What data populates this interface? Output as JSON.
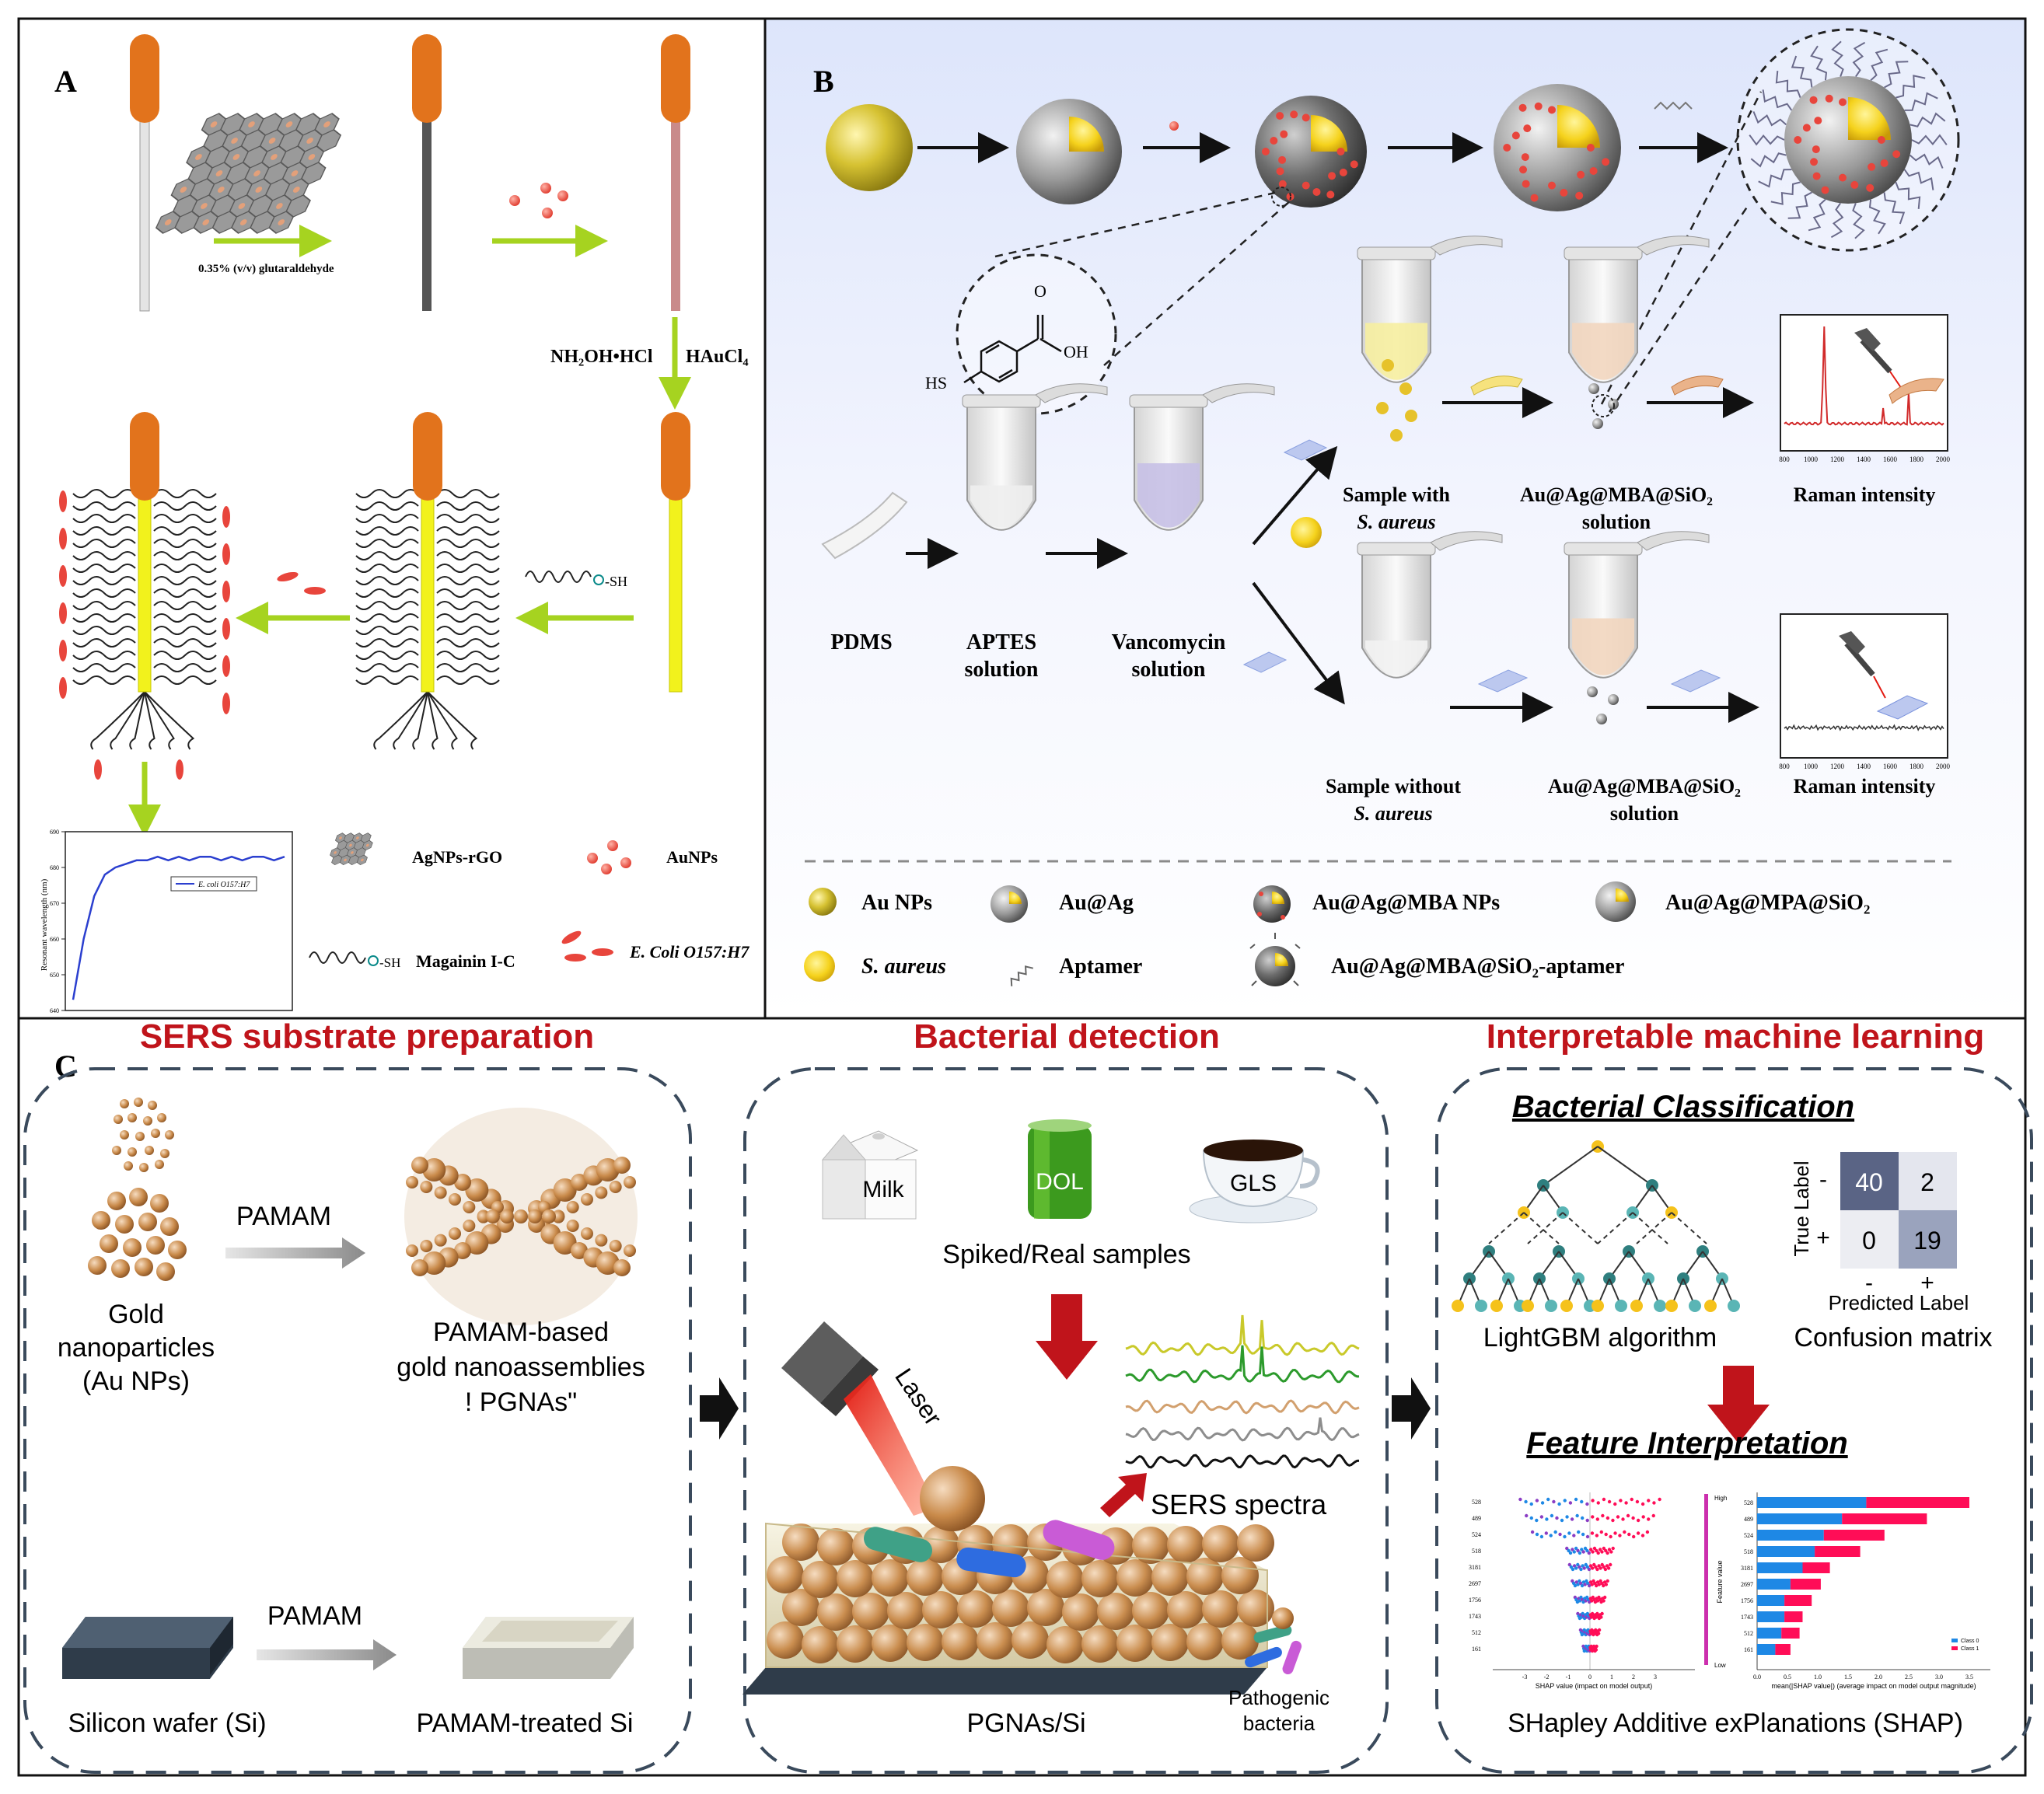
{
  "panelA": {
    "label": "A",
    "glutaraldehyde": "0.35% (v/v) glutaraldehyde",
    "reagent1": "NH₂OH•HCl",
    "reagent2": "HAuCl₄",
    "sh_label": "-SH",
    "chart_ylabel": "Resonant wavelength (nm)",
    "chart_legend": "E. coli O157:H7",
    "chart_yticks": [
      "690",
      "680",
      "670",
      "660",
      "650",
      "640"
    ],
    "legend": {
      "agnps": "AgNPs-rGO",
      "aunps": "AuNPs",
      "sh": "-SH",
      "magainin": "Magainin I-C",
      "ecoli": "E. Coli O157:H7"
    },
    "colors": {
      "orange": "#e2731c",
      "arrow": "#a6d320",
      "red": "#e8453c",
      "yellow": "#f2f21c"
    }
  },
  "chart_data": {
    "type": "line",
    "title": "",
    "ylabel": "Resonant wavelength (nm)",
    "ylim": [
      640,
      690
    ],
    "series": [
      {
        "name": "E. coli O157:H7",
        "x": [
          0,
          1,
          2,
          3,
          4,
          5,
          6,
          7,
          8,
          9,
          10,
          11,
          12,
          13,
          14,
          15,
          16,
          17,
          18,
          19,
          20
        ],
        "values": [
          643,
          660,
          672,
          678,
          680,
          681,
          682,
          682,
          683,
          682,
          683,
          682,
          683,
          683,
          682,
          683,
          682,
          683,
          683,
          682,
          683
        ]
      }
    ]
  },
  "panelB": {
    "label": "B",
    "mba_hs": "HS",
    "mba_oh": "OH",
    "mba_o": "O",
    "pdms": "PDMS",
    "aptes": [
      "APTES",
      "solution"
    ],
    "vanco": [
      "Vancomycin",
      "solution"
    ],
    "sample_with": [
      "Sample with",
      "S. aureus"
    ],
    "solution1": [
      "Au@Ag@MBA@SiO₂",
      "solution"
    ],
    "raman1": "Raman intensity",
    "sample_without": [
      "Sample without",
      "S. aureus"
    ],
    "solution2": [
      "Au@Ag@MBA@SiO₂",
      "solution"
    ],
    "raman2": "Raman intensity",
    "spec_ticks": [
      "800",
      "1000",
      "1200",
      "1400",
      "1600",
      "1800",
      "2000"
    ],
    "legend": {
      "au": "Au NPs",
      "auag": "Au@Ag",
      "mba": "Au@Ag@MBA NPs",
      "mpa": "Au@Ag@MPA@SiO₂",
      "saureus": "S. aureus",
      "aptamer": "Aptamer",
      "aptamer_np": "Au@Ag@MBA@SiO₂-aptamer"
    }
  },
  "panelC": {
    "label": "C",
    "titles": {
      "sers": "SERS substrate preparation",
      "detect": "Bacterial detection",
      "ml": "Interpretable machine learning"
    },
    "title_color": "#c0141b",
    "gold": [
      "Gold",
      "nanoparticles",
      "(Au NPs)"
    ],
    "pamam1": "PAMAM",
    "pgna": [
      "PAMAM-based",
      "gold nanoassemblies",
      "!   PGNAs\""
    ],
    "pamam2": "PAMAM",
    "si": "Silicon wafer (Si)",
    "psi": "PAMAM-treated Si",
    "milk": "Milk",
    "dol": "DOL",
    "gls": "GLS",
    "spiked": "Spiked/Real samples",
    "laser": "Laser",
    "sers_spectra": "SERS spectra",
    "pgnas_si": "PGNAs/Si",
    "pathogenic": [
      "Pathogenic",
      "bacteria"
    ],
    "bact_class": "Bacterial Classification",
    "lightgbm": "LightGBM algorithm",
    "cm": {
      "values": [
        [
          "40",
          "2"
        ],
        [
          "0",
          "19"
        ]
      ],
      "true_label": "True Label",
      "pred_label": "Predicted Label",
      "row_signs": [
        "-",
        "+"
      ],
      "col_signs": [
        "-",
        "+"
      ],
      "caption": "Confusion matrix"
    },
    "feature": "Feature Interpretation",
    "shap": "SHapley Additive exPlanations (SHAP)",
    "shap_features": [
      "528",
      "489",
      "524",
      "518",
      "3181",
      "2697",
      "1756",
      "1743",
      "512",
      "161"
    ],
    "bar_values": [
      3.5,
      2.8,
      2.1,
      1.7,
      1.2,
      1.05,
      0.9,
      0.75,
      0.7,
      0.55
    ],
    "bar_split": [
      1.8,
      1.4,
      1.1,
      0.95,
      0.75,
      0.55,
      0.45,
      0.45,
      0.4,
      0.3
    ],
    "bar_xticks": [
      "0.0",
      "0.5",
      "1.0",
      "1.5",
      "2.0",
      "2.5",
      "3.0",
      "3.5"
    ],
    "bee_xticks": [
      "-3",
      "-2",
      "-1",
      "0",
      "1",
      "2",
      "3"
    ],
    "bee_xlabel": "SHAP value (impact on model output)",
    "bar_xlabel": "mean(|SHAP value|) (average impact on model output magnitude)",
    "bar_legend": [
      "Class 0",
      "Class 1"
    ],
    "feature_value": "Feature value",
    "high": "High",
    "low": "Low",
    "colors": {
      "blue": "#1e88e5",
      "pink": "#ff0d57",
      "cm_dark": "#5a6485",
      "cm_mid": "#9aa3bd",
      "cm_light": "#e4e6ee"
    }
  }
}
